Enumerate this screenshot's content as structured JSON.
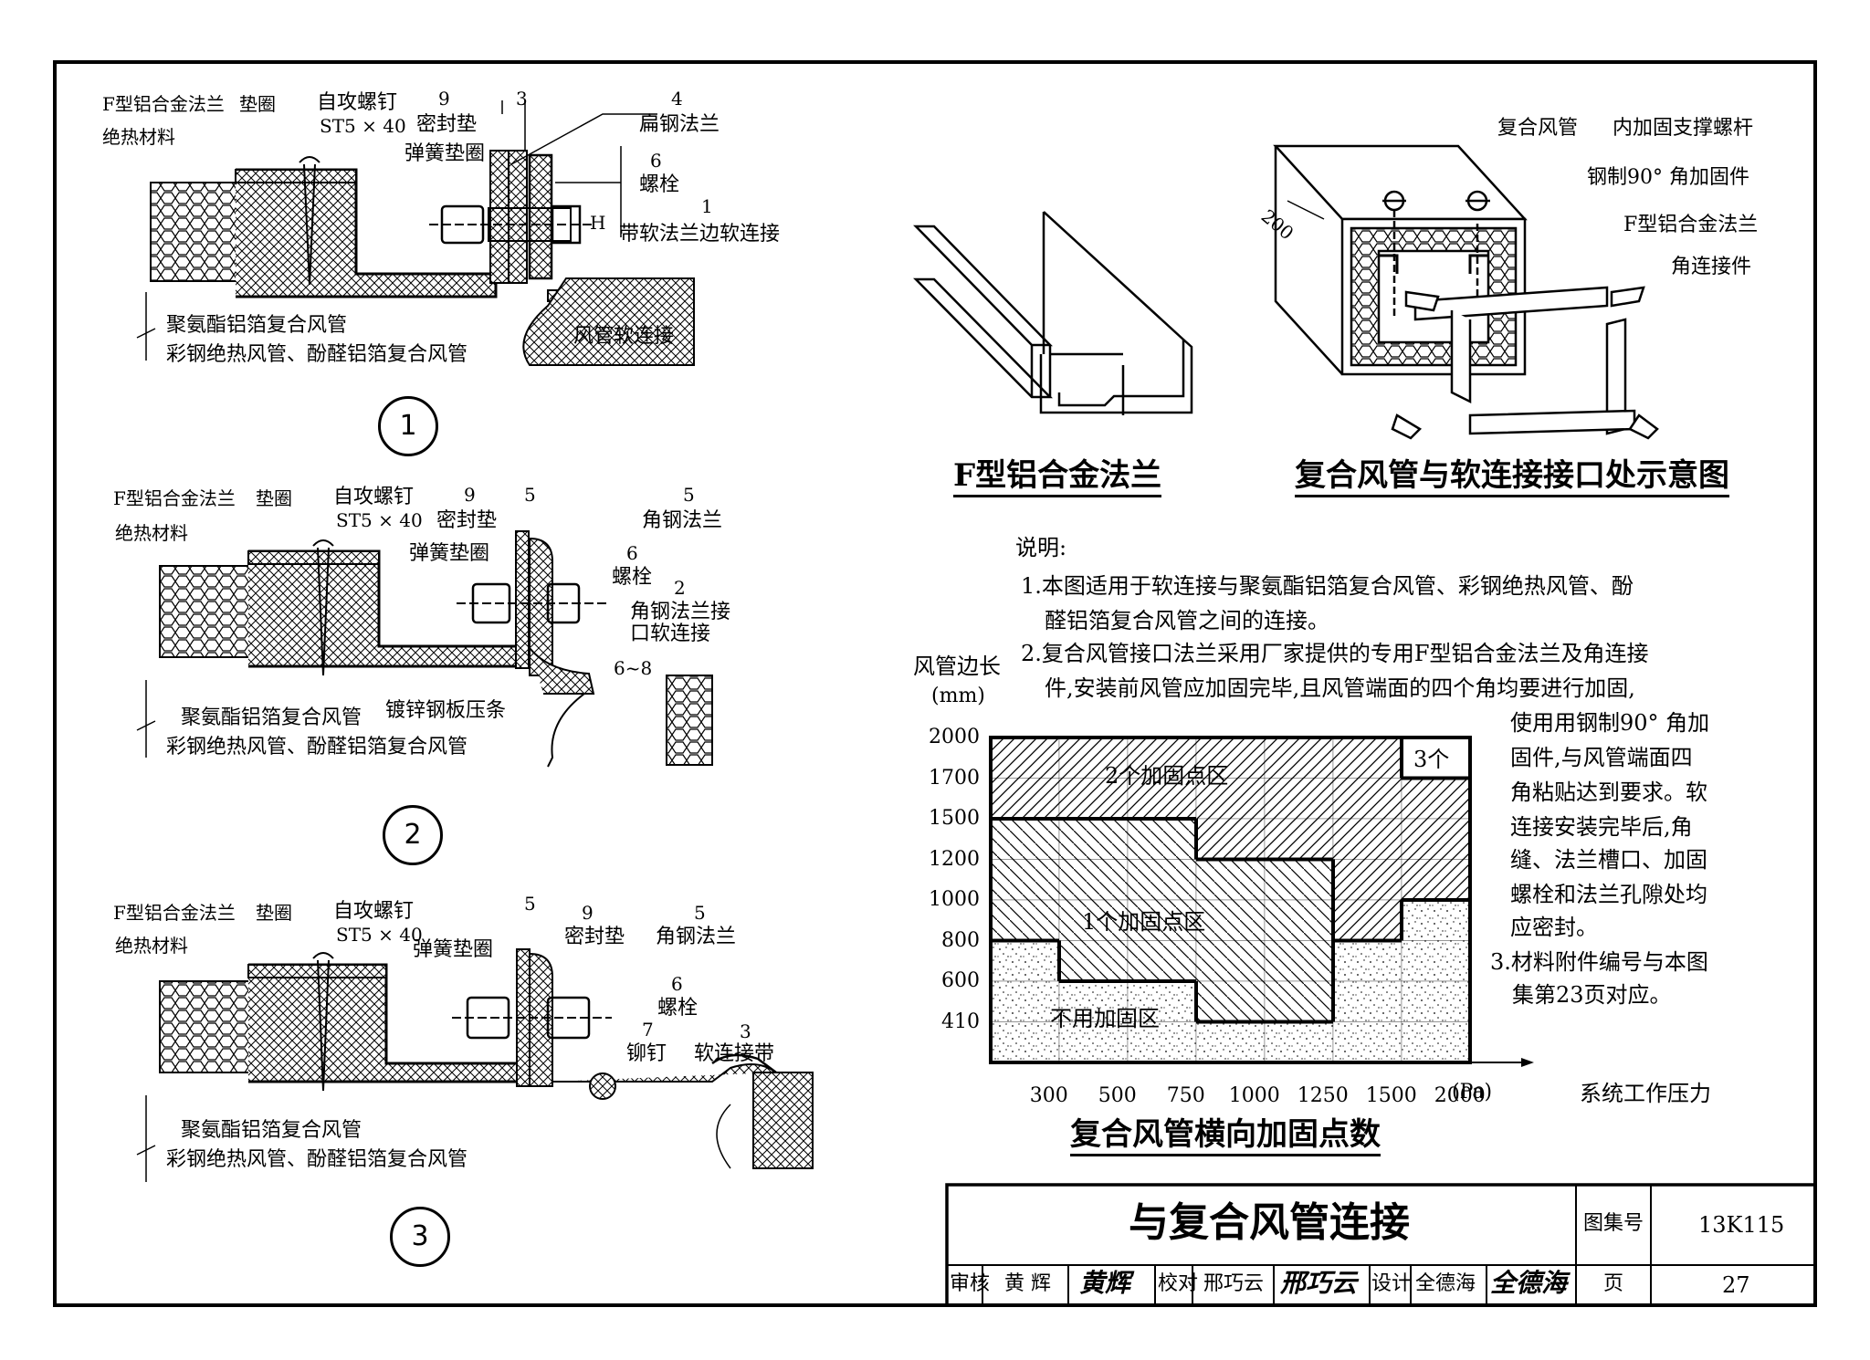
{
  "detail1": {
    "f_flange": "F型铝合金法兰",
    "insulation": "绝热材料",
    "washer": "垫圈",
    "screw": "自攻螺钉",
    "screw_spec": "ST5 × 40",
    "n9": "9",
    "n3": "3",
    "n4": "4",
    "n6": "6",
    "n1": "1",
    "dimH": "H",
    "seal": "密封垫",
    "spring": "弹簧垫圈",
    "flat_flange": "扁钢法兰",
    "bolt": "螺栓",
    "soft_edge": "带软法兰边软连接",
    "duct_soft": "风管软连接",
    "duct_pu": "聚氨酯铝箔复合风管",
    "duct_other": "彩钢绝热风管、酚醛铝箔复合风管",
    "circle": "1"
  },
  "detail2": {
    "f_flange": "F型铝合金法兰",
    "insulation": "绝热材料",
    "washer": "垫圈",
    "screw": "自攻螺钉",
    "screw_spec": "ST5 × 40",
    "n9": "9",
    "n5a": "5",
    "n5": "5",
    "n6": "6",
    "n2": "2",
    "dim": "6~8",
    "seal": "密封垫",
    "spring": "弹簧垫圈",
    "angle_flange": "角钢法兰",
    "bolt": "螺栓",
    "angle_soft1": "角钢法兰接",
    "angle_soft2": "口软连接",
    "strip": "镀锌钢板压条",
    "duct_pu": "聚氨酯铝箔复合风管",
    "duct_other": "彩钢绝热风管、酚醛铝箔复合风管",
    "circle": "2"
  },
  "detail3": {
    "f_flange": "F型铝合金法兰",
    "insulation": "绝热材料",
    "washer": "垫圈",
    "screw": "自攻螺钉",
    "screw_spec": "ST5 × 40",
    "n5a": "5",
    "n9": "9",
    "n5": "5",
    "n6": "6",
    "n7": "7",
    "n3": "3",
    "seal": "密封垫",
    "spring": "弹簧垫圈",
    "angle_flange": "角钢法兰",
    "bolt": "螺栓",
    "rivet": "铆钉",
    "soft_band": "软连接带",
    "duct_pu": "聚氨酯铝箔复合风管",
    "duct_other": "彩钢绝热风管、酚醛铝箔复合风管",
    "circle": "3"
  },
  "fflange_title": "F型铝合金法兰",
  "iso": {
    "title": "复合风管与软连接接口处示意图",
    "composite_duct": "复合风管",
    "inner_rod": "内加固支撑螺杆",
    "steel_corner": "钢制90° 角加固件",
    "f_flange": "F型铝合金法兰",
    "corner_conn": "角连接件",
    "dim200": "200"
  },
  "notes": {
    "heading": "说明:",
    "n1_l1": "1.本图适用于软连接与聚氨酯铝箔复合风管、彩钢绝热风管、酚",
    "n1_l2": "醛铝箔复合风管之间的连接。",
    "n2_l1": "2.复合风管接口法兰采用厂家提供的专用F型铝合金法兰及角连接",
    "n2_l2": "件,安装前风管应加固完毕,且风管端面的四个角均要进行加固,",
    "n2_l3": "使用用钢制90° 角加",
    "n2_l4": "固件,与风管端面四",
    "n2_l5": "角粘贴达到要求。软",
    "n2_l6": "连接安装完毕后,角",
    "n2_l7": "缝、法兰槽口、加固",
    "n2_l8": "螺栓和法兰孔隙处均",
    "n2_l9": "应密封。",
    "n3_l1": "3.材料附件编号与本图",
    "n3_l2": "集第23页对应。"
  },
  "chart_data": {
    "type": "heatmap",
    "title": "复合风管横向加固点数",
    "ylabel_1": "风管边长",
    "ylabel_2": "(mm)",
    "xlabel": "系统工作压力",
    "x_unit": "(Pa)",
    "x_ticks": [
      "300",
      "500",
      "750",
      "1000",
      "1250",
      "1500",
      "2000"
    ],
    "y_ticks": [
      "2000",
      "1700",
      "1500",
      "1200",
      "1000",
      "800",
      "600",
      "410"
    ],
    "zones": [
      {
        "name": "不用加固区",
        "count": 0
      },
      {
        "name": "1个加固点区",
        "count": 1
      },
      {
        "name": "2个加固点区",
        "count": 2
      },
      {
        "name": "3个",
        "count": 3
      }
    ],
    "grid": [
      [
        2,
        2,
        2,
        2,
        2,
        2,
        3
      ],
      [
        2,
        2,
        2,
        2,
        2,
        2,
        2
      ],
      [
        1,
        1,
        1,
        2,
        2,
        2,
        2
      ],
      [
        1,
        1,
        1,
        1,
        1,
        2,
        2
      ],
      [
        1,
        1,
        1,
        1,
        1,
        2,
        0
      ],
      [
        0,
        1,
        1,
        1,
        1,
        0,
        0
      ],
      [
        0,
        0,
        0,
        1,
        1,
        0,
        0
      ],
      [
        0,
        0,
        0,
        0,
        0,
        0,
        0
      ]
    ]
  },
  "titleblock": {
    "title": "与复合风管连接",
    "atlas_label": "图集号",
    "atlas_no": "13K115",
    "page_label": "页",
    "page_no": "27",
    "review": "审核",
    "reviewer": "黄 辉",
    "reviewer_sig": "黄辉",
    "check": "校对",
    "checker": "邢巧云",
    "checker_sig": "邢巧云",
    "design": "设计",
    "designer": "全德海",
    "designer_sig": "全德海"
  }
}
